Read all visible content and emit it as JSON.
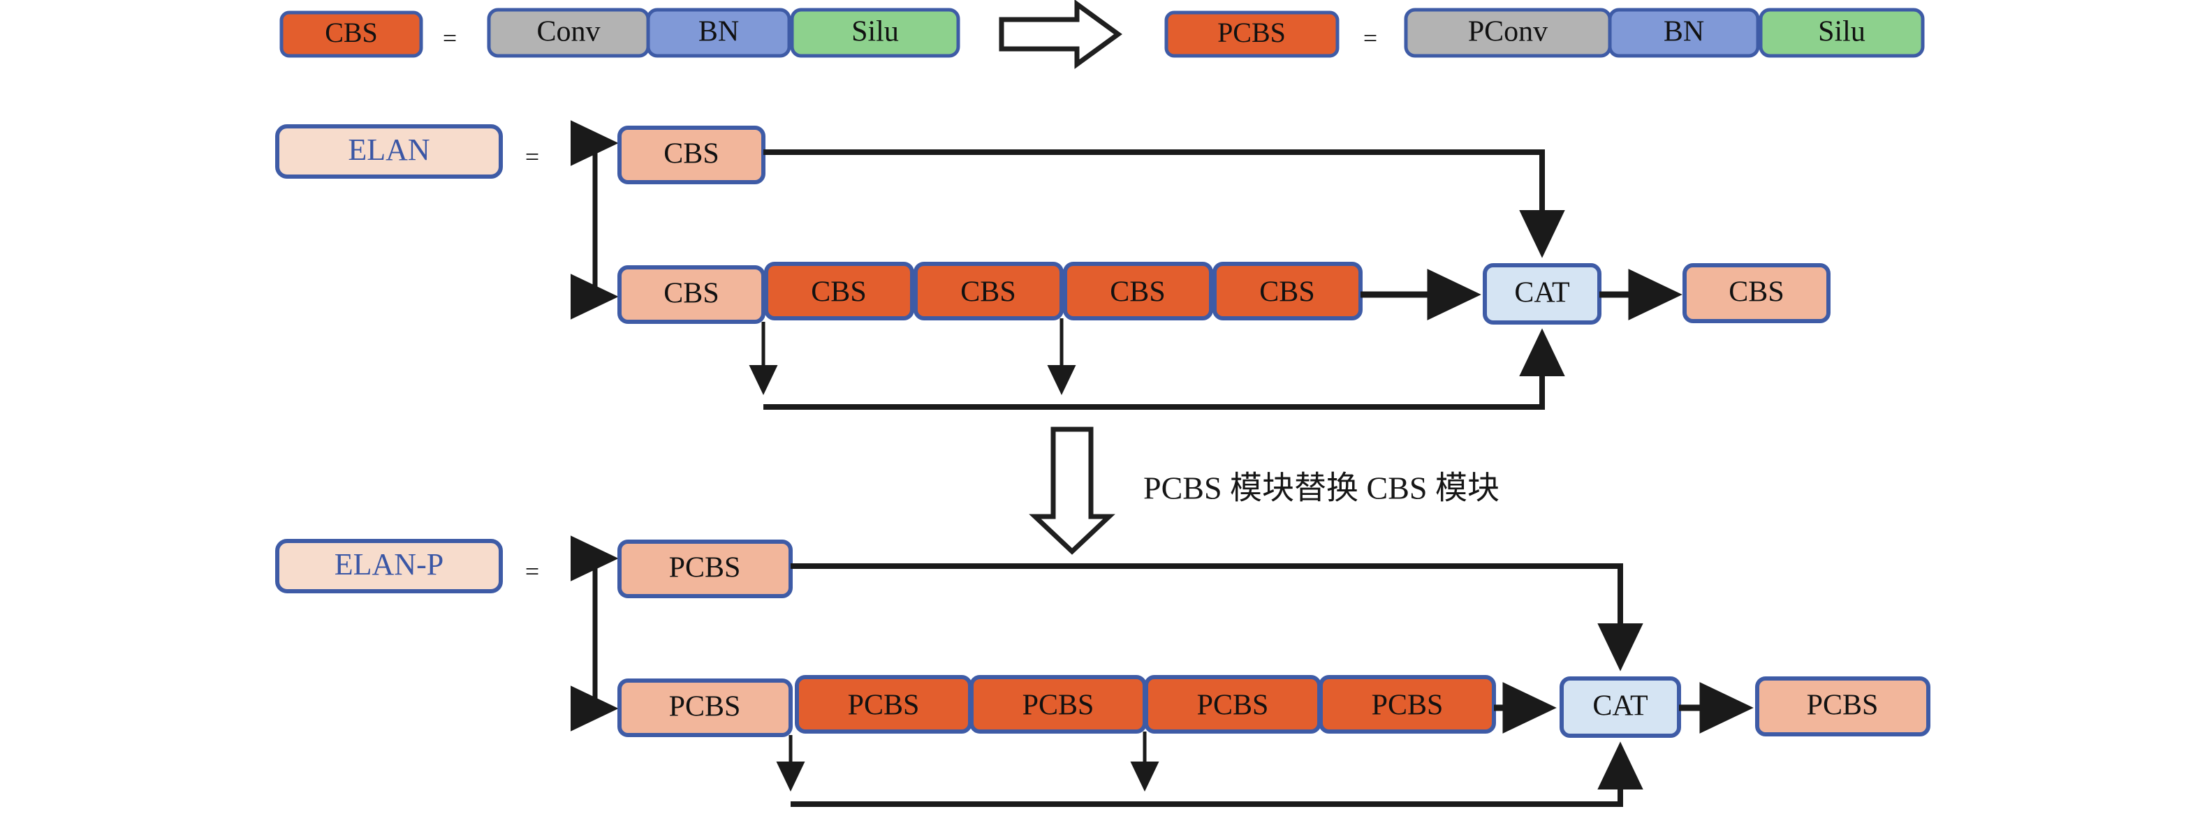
{
  "diagram": {
    "title_text": "",
    "colors": {
      "orange_dark": "#E35E2D",
      "salmon_light": "#F2B69B",
      "peach_pale": "#F7DCCC",
      "gray": "#B3B3B3",
      "blue_mid": "#8099D7",
      "green": "#8DD18D",
      "blue_pale": "#D5E4F3",
      "border_blue": "#3E5BA6",
      "text_blue": "#3A56A5",
      "line_black": "#1A1A1A",
      "text_black": "#111111",
      "background": "#FFFFFF"
    },
    "legend_row": {
      "cbs_chip": "CBS",
      "equals_1": "=",
      "expansion_1": [
        "Conv",
        "BN",
        "Silu"
      ],
      "transform_arrow": "hollow-right-arrow",
      "pcbs_chip": "PCBS",
      "equals_2": "=",
      "expansion_2": [
        "PConv",
        "BN",
        "Silu"
      ]
    },
    "elan_block": {
      "name": "ELAN",
      "equals": "=",
      "branch_top": [
        "CBS"
      ],
      "branch_main": [
        "CBS",
        "CBS",
        "CBS",
        "CBS",
        "CBS"
      ],
      "concat": "CAT",
      "output": "CBS"
    },
    "transition": {
      "arrow": "hollow-down-arrow",
      "caption": "PCBS 模块替换 CBS 模块"
    },
    "elanp_block": {
      "name": "ELAN-P",
      "equals": "=",
      "branch_top": [
        "PCBS"
      ],
      "branch_main": [
        "PCBS",
        "PCBS",
        "PCBS",
        "PCBS",
        "PCBS"
      ],
      "concat": "CAT",
      "output": "PCBS"
    }
  }
}
